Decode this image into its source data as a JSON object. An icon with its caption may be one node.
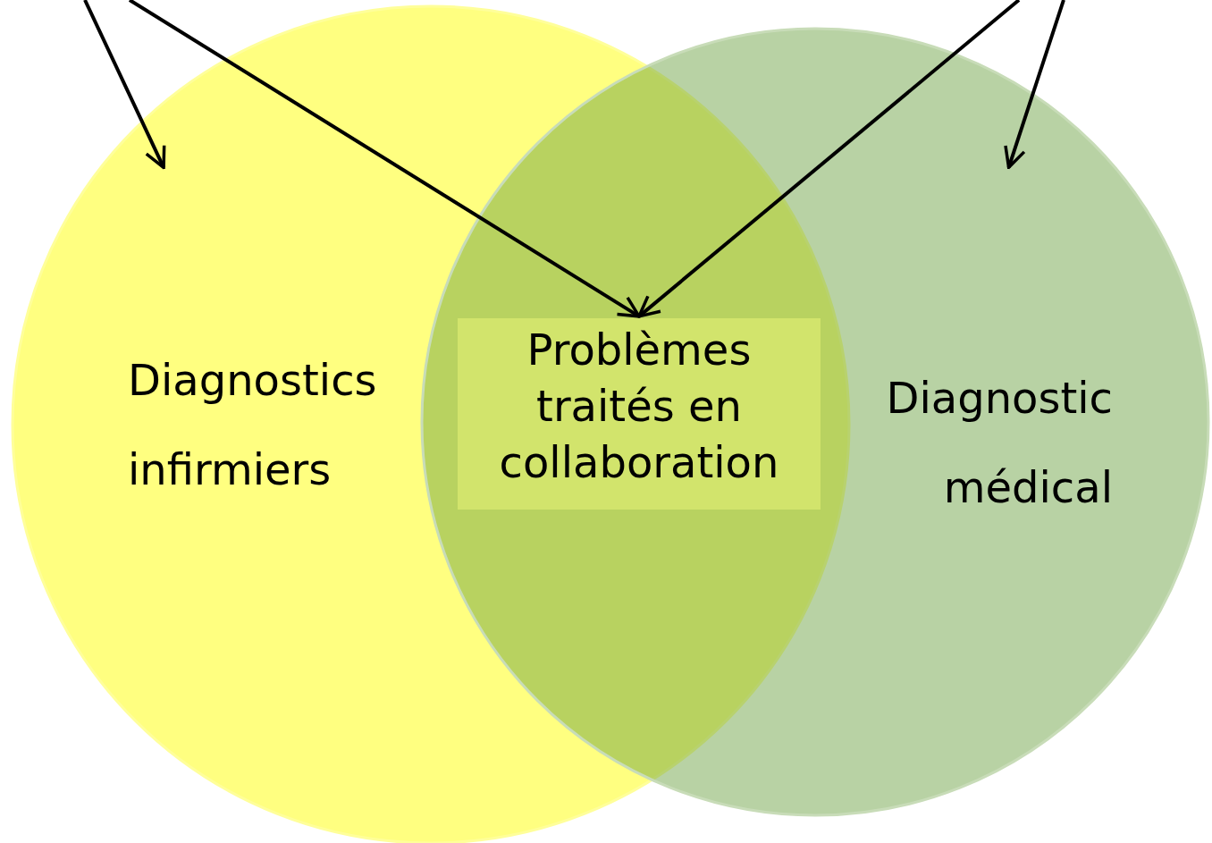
{
  "diagram": {
    "nodes": [
      {
        "text": [
          "Diagnostics infirmiers"
        ]
      },
      {
        "text": [
          "Diagnostic médical"
        ]
      },
      {
        "text": [
          "Problèmes traités en collaboration"
        ]
      }
    ],
    "edges": [
      {
        "from": null,
        "to": 0,
        "arrow": "to"
      },
      {
        "from": null,
        "to": 2,
        "arrow": "to"
      },
      {
        "from": null,
        "to": 2,
        "arrow": "to"
      },
      {
        "from": null,
        "to": 1,
        "arrow": "to"
      }
    ]
  }
}
